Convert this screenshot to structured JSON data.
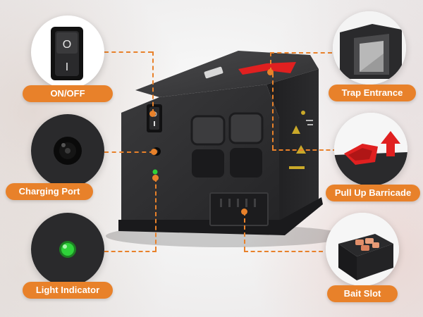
{
  "callouts": {
    "on_off": {
      "label": "ON/OFF"
    },
    "charging_port": {
      "label": "Charging Port"
    },
    "light_indicator": {
      "label": "Light Indicator"
    },
    "trap_entrance": {
      "label": "Trap Entrance"
    },
    "pull_up_barricade": {
      "label": "Pull Up Barricade"
    },
    "bait_slot": {
      "label": "Bait Slot"
    }
  },
  "switch_marks": {
    "on": "O",
    "off": "I"
  },
  "colors": {
    "accent": "#e8812a",
    "device_body": "#2b2b2d",
    "barricade": "#e02020",
    "indicator": "#2fd23a"
  }
}
